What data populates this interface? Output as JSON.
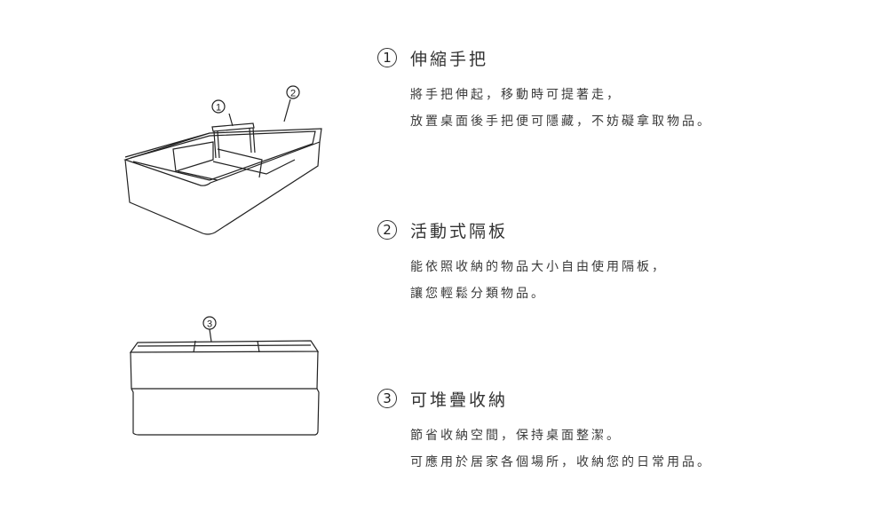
{
  "features": [
    {
      "number": "1",
      "title": "伸縮手把",
      "lines": [
        "將手把伸起，移動時可提著走，",
        "放置桌面後手把便可隱藏，不妨礙拿取物品。"
      ]
    },
    {
      "number": "2",
      "title": "活動式隔板",
      "lines": [
        "能依照收納的物品大小自由使用隔板，",
        "讓您輕鬆分類物品。"
      ]
    },
    {
      "number": "3",
      "title": "可堆疊收納",
      "lines": [
        "節省收納空間，保持桌面整潔。",
        "可應用於居家各個場所，收納您的日常用品。"
      ]
    }
  ],
  "callouts": [
    "1",
    "2",
    "3"
  ]
}
